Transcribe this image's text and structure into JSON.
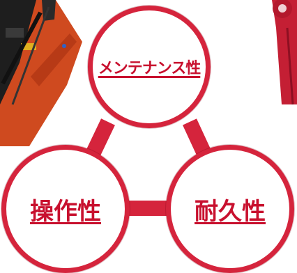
{
  "diagram": {
    "nodes": {
      "top": {
        "label": "メンテナンス性"
      },
      "left": {
        "label": "操作性"
      },
      "right": {
        "label": "耐久性"
      }
    },
    "colors": {
      "accent": "#d5243c",
      "text": "#c8102e",
      "crane_body": "#d0461e",
      "crane_arm": "#1f1f1f"
    }
  }
}
